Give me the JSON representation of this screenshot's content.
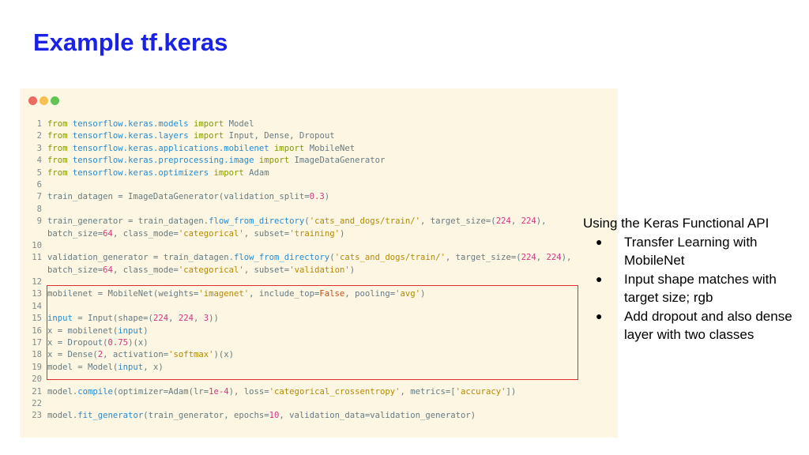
{
  "slide": {
    "title": "Example tf.keras"
  },
  "code": {
    "lines": [
      {
        "n": "1",
        "tokens": [
          {
            "t": "from",
            "c": "kw"
          },
          {
            "t": " tensorflow.",
            "c": "mod"
          },
          {
            "t": "keras.models",
            "c": "mod"
          },
          {
            "t": " import",
            "c": "kw"
          },
          {
            "t": " Model",
            "c": ""
          }
        ]
      },
      {
        "n": "2",
        "tokens": [
          {
            "t": "from",
            "c": "kw"
          },
          {
            "t": " tensorflow.",
            "c": "mod"
          },
          {
            "t": "keras.layers",
            "c": "mod"
          },
          {
            "t": " import",
            "c": "kw"
          },
          {
            "t": " Input, Dense, Dropout",
            "c": ""
          }
        ]
      },
      {
        "n": "3",
        "tokens": [
          {
            "t": "from",
            "c": "kw"
          },
          {
            "t": " tensorflow.",
            "c": "mod"
          },
          {
            "t": "keras.applications.mobilenet",
            "c": "mod"
          },
          {
            "t": " import",
            "c": "kw"
          },
          {
            "t": " MobileNet",
            "c": ""
          }
        ]
      },
      {
        "n": "4",
        "tokens": [
          {
            "t": "from",
            "c": "kw"
          },
          {
            "t": " tensorflow.",
            "c": "mod"
          },
          {
            "t": "keras.preprocessing.image",
            "c": "mod"
          },
          {
            "t": " import",
            "c": "kw"
          },
          {
            "t": " ImageDataGenerator",
            "c": ""
          }
        ]
      },
      {
        "n": "5",
        "tokens": [
          {
            "t": "from",
            "c": "kw"
          },
          {
            "t": " tensorflow.",
            "c": "mod"
          },
          {
            "t": "keras.optimizers",
            "c": "mod"
          },
          {
            "t": " import",
            "c": "kw"
          },
          {
            "t": " Adam",
            "c": ""
          }
        ]
      },
      {
        "n": "6",
        "tokens": []
      },
      {
        "n": "7",
        "tokens": [
          {
            "t": "train_datagen = ImageDataGenerator(validation_split=",
            "c": ""
          },
          {
            "t": "0.3",
            "c": "num"
          },
          {
            "t": ")",
            "c": ""
          }
        ]
      },
      {
        "n": "8",
        "tokens": []
      },
      {
        "n": "9",
        "tokens": [
          {
            "t": "train_generator = train_datagen.",
            "c": ""
          },
          {
            "t": "flow_from_directory",
            "c": "mod"
          },
          {
            "t": "(",
            "c": ""
          },
          {
            "t": "'cats_and_dogs/train/'",
            "c": "str"
          },
          {
            "t": ", target_size=(",
            "c": ""
          },
          {
            "t": "224",
            "c": "num"
          },
          {
            "t": ", ",
            "c": ""
          },
          {
            "t": "224",
            "c": "num"
          },
          {
            "t": "),",
            "c": ""
          }
        ]
      },
      {
        "n": "",
        "tokens": [
          {
            "t": "batch_size=",
            "c": ""
          },
          {
            "t": "64",
            "c": "num"
          },
          {
            "t": ", class_mode=",
            "c": ""
          },
          {
            "t": "'categorical'",
            "c": "str"
          },
          {
            "t": ", subset=",
            "c": ""
          },
          {
            "t": "'training'",
            "c": "str"
          },
          {
            "t": ")",
            "c": ""
          }
        ]
      },
      {
        "n": "10",
        "tokens": []
      },
      {
        "n": "11",
        "tokens": [
          {
            "t": "validation_generator = train_datagen.",
            "c": ""
          },
          {
            "t": "flow_from_directory",
            "c": "mod"
          },
          {
            "t": "(",
            "c": ""
          },
          {
            "t": "'cats_and_dogs/train/'",
            "c": "str"
          },
          {
            "t": ", target_size=(",
            "c": ""
          },
          {
            "t": "224",
            "c": "num"
          },
          {
            "t": ", ",
            "c": ""
          },
          {
            "t": "224",
            "c": "num"
          },
          {
            "t": "),",
            "c": ""
          }
        ]
      },
      {
        "n": "",
        "tokens": [
          {
            "t": "batch_size=",
            "c": ""
          },
          {
            "t": "64",
            "c": "num"
          },
          {
            "t": ", class_mode=",
            "c": ""
          },
          {
            "t": "'categorical'",
            "c": "str"
          },
          {
            "t": ", subset=",
            "c": ""
          },
          {
            "t": "'validation'",
            "c": "str"
          },
          {
            "t": ")",
            "c": ""
          }
        ]
      },
      {
        "n": "12",
        "tokens": []
      },
      {
        "n": "13",
        "tokens": [
          {
            "t": "mobilenet = MobileNet(weights=",
            "c": ""
          },
          {
            "t": "'imagenet'",
            "c": "str"
          },
          {
            "t": ", include_top=",
            "c": ""
          },
          {
            "t": "False",
            "c": "const"
          },
          {
            "t": ", pooling=",
            "c": ""
          },
          {
            "t": "'avg'",
            "c": "str"
          },
          {
            "t": ")",
            "c": ""
          }
        ]
      },
      {
        "n": "14",
        "tokens": []
      },
      {
        "n": "15",
        "tokens": [
          {
            "t": "input",
            "c": "mod"
          },
          {
            "t": " = Input(shape=(",
            "c": ""
          },
          {
            "t": "224",
            "c": "num"
          },
          {
            "t": ", ",
            "c": ""
          },
          {
            "t": "224",
            "c": "num"
          },
          {
            "t": ", ",
            "c": ""
          },
          {
            "t": "3",
            "c": "num"
          },
          {
            "t": "))",
            "c": ""
          }
        ]
      },
      {
        "n": "16",
        "tokens": [
          {
            "t": "x = mobilenet(",
            "c": ""
          },
          {
            "t": "input",
            "c": "mod"
          },
          {
            "t": ")",
            "c": ""
          }
        ]
      },
      {
        "n": "17",
        "tokens": [
          {
            "t": "x = Dropout(",
            "c": ""
          },
          {
            "t": "0.75",
            "c": "num"
          },
          {
            "t": ")(x)",
            "c": ""
          }
        ]
      },
      {
        "n": "18",
        "tokens": [
          {
            "t": "x = Dense(",
            "c": ""
          },
          {
            "t": "2",
            "c": "num"
          },
          {
            "t": ", activation=",
            "c": ""
          },
          {
            "t": "'softmax'",
            "c": "str"
          },
          {
            "t": ")(x)",
            "c": ""
          }
        ]
      },
      {
        "n": "19",
        "tokens": [
          {
            "t": "model = Model(",
            "c": ""
          },
          {
            "t": "input",
            "c": "mod"
          },
          {
            "t": ", x)",
            "c": ""
          }
        ]
      },
      {
        "n": "20",
        "tokens": []
      },
      {
        "n": "21",
        "tokens": [
          {
            "t": "model.",
            "c": ""
          },
          {
            "t": "compile",
            "c": "mod"
          },
          {
            "t": "(optimizer=Adam(lr=",
            "c": ""
          },
          {
            "t": "1e-4",
            "c": "num"
          },
          {
            "t": "), loss=",
            "c": ""
          },
          {
            "t": "'categorical_crossentropy'",
            "c": "str"
          },
          {
            "t": ", metrics=[",
            "c": ""
          },
          {
            "t": "'accuracy'",
            "c": "str"
          },
          {
            "t": "])",
            "c": ""
          }
        ]
      },
      {
        "n": "22",
        "tokens": []
      },
      {
        "n": "23",
        "tokens": [
          {
            "t": "model.",
            "c": ""
          },
          {
            "t": "fit_generator",
            "c": "mod"
          },
          {
            "t": "(train_generator, epochs=",
            "c": ""
          },
          {
            "t": "10",
            "c": "num"
          },
          {
            "t": ", validation_data=validation_generator)",
            "c": ""
          }
        ]
      }
    ]
  },
  "notes": {
    "heading": "Using the Keras Functional API",
    "bullet_glyph": "●",
    "items": [
      "Transfer Learning with MobileNet",
      "Input shape matches with target size; rgb",
      "Add dropout and also dense layer with two classes"
    ]
  }
}
